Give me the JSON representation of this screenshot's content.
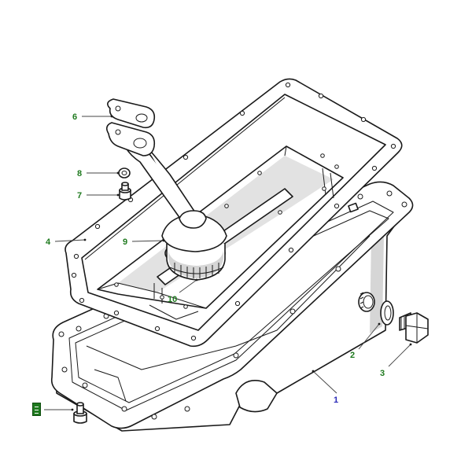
{
  "diagram": {
    "colors": {
      "callout_green": "#1f7a1f",
      "callout_blue": "#2a2ab8",
      "line": "#1a1a1a",
      "shading": "#d6d6d6"
    },
    "callouts": [
      {
        "id": "1",
        "label": "1",
        "color": "#2a2ab8"
      },
      {
        "id": "2",
        "label": "2",
        "color": "#1f7a1f"
      },
      {
        "id": "3",
        "label": "3",
        "color": "#1f7a1f"
      },
      {
        "id": "4",
        "label": "4",
        "color": "#1f7a1f"
      },
      {
        "id": "6",
        "label": "6",
        "color": "#1f7a1f"
      },
      {
        "id": "7",
        "label": "7",
        "color": "#1f7a1f"
      },
      {
        "id": "8",
        "label": "8",
        "color": "#1f7a1f"
      },
      {
        "id": "9",
        "label": "9",
        "color": "#1f7a1f"
      },
      {
        "id": "10",
        "label": "10",
        "color": "#1f7a1f"
      }
    ],
    "note_icon": "note-icon"
  }
}
